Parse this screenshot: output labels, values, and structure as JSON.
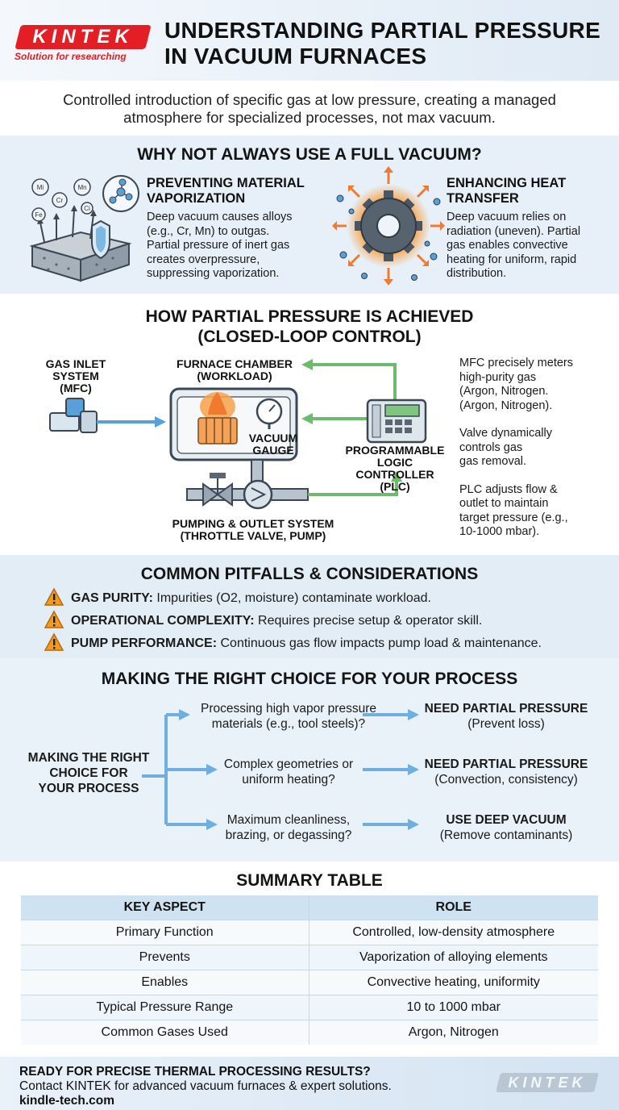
{
  "brand": {
    "logo": "KINTEK",
    "tagline": "Solution for researching"
  },
  "title": {
    "line1": "UNDERSTANDING PARTIAL PRESSURE",
    "line2": "IN VACUUM FURNACES"
  },
  "intro": {
    "line1": "Controlled introduction of specific gas at low pressure, creating a managed",
    "line2": "atmosphere for specialized processes, not max vacuum."
  },
  "why": {
    "title": "WHY NOT ALWAYS USE A FULL VACUUM?",
    "left": {
      "heading1": "PREVENTING MATERIAL",
      "heading2": "VAPORIZATION",
      "body": [
        "Deep vacuum causes alloys",
        "(e.g., Cr, Mn) to outgas.",
        "Partial pressure of inert gas",
        "creates overpressure,",
        "suppressing vaporization."
      ],
      "bubbles": [
        "Mi",
        "Cr",
        "Mn",
        "Fe",
        "Ci"
      ]
    },
    "right": {
      "heading1": "ENHANCING HEAT",
      "heading2": "TRANSFER",
      "body": [
        "Deep vacuum relies on",
        "radiation (uneven). Partial",
        "gas enables convective",
        "heating for uniform, rapid",
        "distribution."
      ]
    }
  },
  "how": {
    "title1": "HOW PARTIAL PRESSURE IS ACHIEVED",
    "title2": "(CLOSED-LOOP CONTROL)",
    "inlet": {
      "l1": "GAS INLET",
      "l2": "SYSTEM",
      "l3": "(MFC)"
    },
    "chamber": {
      "l1": "FURNACE CHAMBER",
      "l2": "(WORKLOAD)"
    },
    "gauge": {
      "l1": "VACUUM",
      "l2": "GAUGE"
    },
    "plc": {
      "l1": "PROGRAMMABLE",
      "l2": "LOGIC CONTROLLER",
      "l3": "(PLC)"
    },
    "pump": {
      "l1": "PUMPING & OUTLET SYSTEM",
      "l2": "(THROTTLE VALVE, PUMP)"
    },
    "notes": [
      [
        "MFC precisely meters",
        "high-purity gas",
        "(Argon, Nitrogen.",
        "(Argon, Nitrogen)."
      ],
      [
        "Valve dynamically",
        "controls gas",
        "gas removal."
      ],
      [
        "PLC adjusts flow &",
        "outlet to maintain",
        "target pressure (e.g.,",
        "10-1000 mbar)."
      ]
    ]
  },
  "pitfalls": {
    "title": "COMMON PITFALLS & CONSIDERATIONS",
    "items": [
      {
        "label": "GAS PURITY:",
        "text": " Impurities (O2, moisture) contaminate workload."
      },
      {
        "label": "OPERATIONAL COMPLEXITY:",
        "text": " Requires precise setup & operator skill."
      },
      {
        "label": "PUMP PERFORMANCE:",
        "text": " Continuous gas flow impacts pump load & maintenance."
      }
    ]
  },
  "choice": {
    "title": "MAKING THE RIGHT CHOICE FOR YOUR PROCESS",
    "root": [
      "MAKING THE RIGHT",
      "CHOICE FOR",
      "YOUR PROCESS"
    ],
    "rows": [
      {
        "q": [
          "Processing high vapor pressure",
          "materials (e.g., tool steels)?"
        ],
        "a": "NEED PARTIAL PRESSURE",
        "b": "(Prevent loss)"
      },
      {
        "q": [
          "Complex geometries or",
          "uniform heating?"
        ],
        "a": "NEED PARTIAL PRESSURE",
        "b": "(Convection, consistency)"
      },
      {
        "q": [
          "Maximum cleanliness,",
          "brazing, or degassing?"
        ],
        "a": "USE DEEP VACUUM",
        "b": "(Remove contaminants)"
      }
    ]
  },
  "summary": {
    "title": "SUMMARY TABLE",
    "headers": [
      "KEY ASPECT",
      "ROLE"
    ],
    "rows": [
      [
        "Primary Function",
        "Controlled, low-density atmosphere"
      ],
      [
        "Prevents",
        "Vaporization of alloying elements"
      ],
      [
        "Enables",
        "Convective heating, uniformity"
      ],
      [
        "Typical Pressure Range",
        "10 to 1000 mbar"
      ],
      [
        "Common Gases Used",
        "Argon, Nitrogen"
      ]
    ]
  },
  "footer": {
    "cta": "READY FOR PRECISE THERMAL PROCESSING RESULTS?",
    "contact": "Contact KINTEK for advanced vacuum furnaces & expert solutions.",
    "url": "kindle-tech.com",
    "logo": "KINTEK"
  },
  "colors": {
    "brand": "#e31e24",
    "accent_blue": "#5aa0d8",
    "accent_green": "#6dbb6d",
    "warning": "#f29a1f"
  }
}
